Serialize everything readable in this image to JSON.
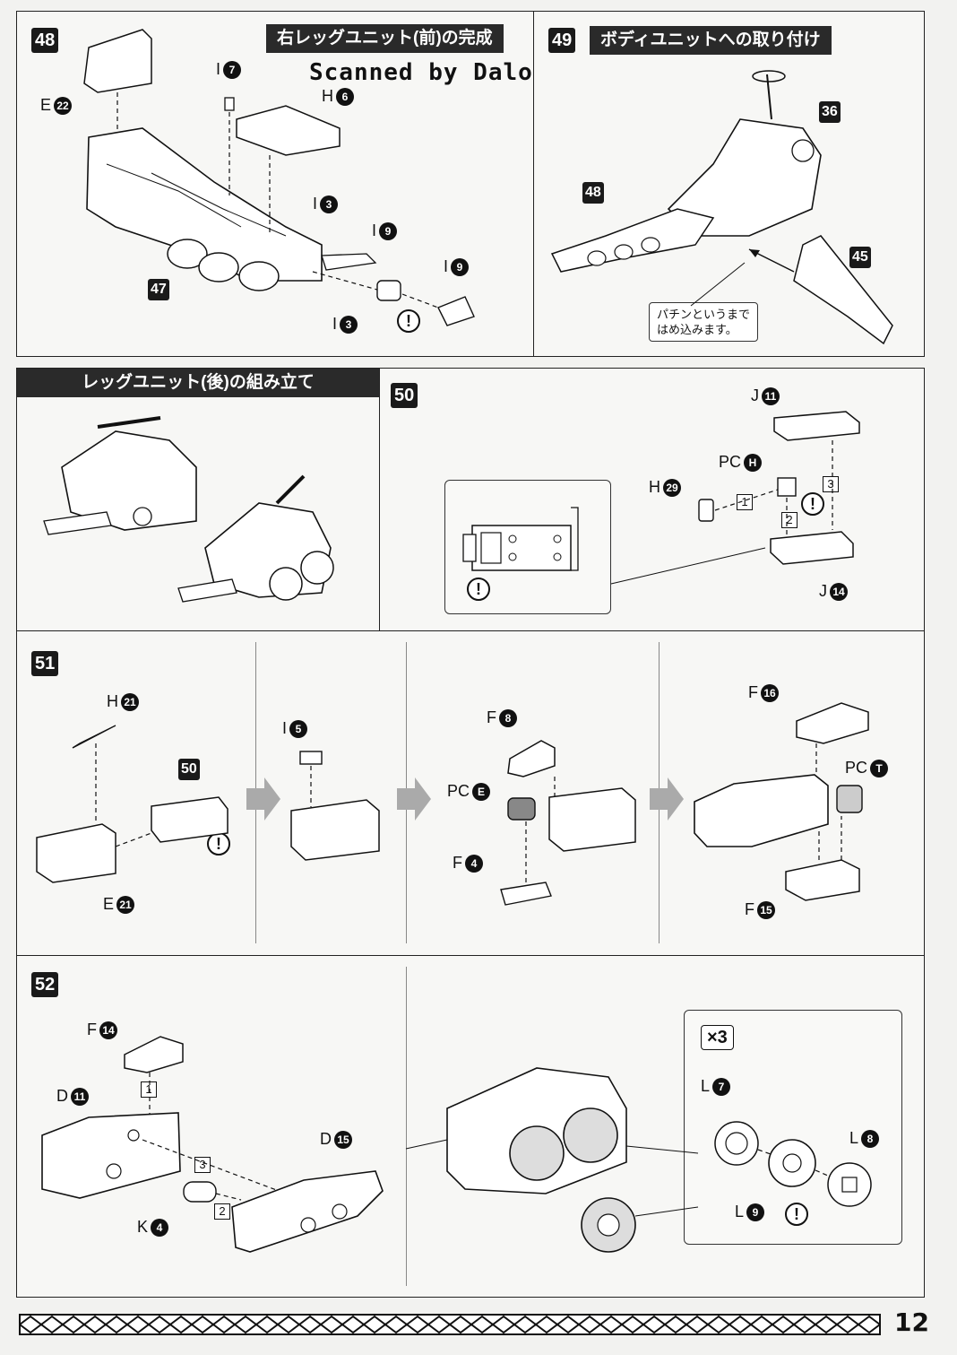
{
  "watermark": "Scanned by Dalong.net",
  "page_number": "12",
  "step48": {
    "number": "48",
    "title": "右レッグユニット(前)の完成",
    "parts": [
      {
        "letter": "E",
        "num": "22"
      },
      {
        "letter": "I",
        "num": "7"
      },
      {
        "letter": "H",
        "num": "6"
      },
      {
        "letter": "I",
        "num": "3"
      },
      {
        "letter": "I",
        "num": "9"
      },
      {
        "letter": "I",
        "num": "9"
      },
      {
        "letter": "I",
        "num": "3"
      }
    ],
    "sub_step": "47"
  },
  "step49": {
    "number": "49",
    "title": "ボディユニットへの取り付け",
    "refs": [
      "36",
      "48",
      "45"
    ],
    "note_line1": "パチンというまで",
    "note_line2": "はめ込みます。"
  },
  "section_rear": {
    "title": "レッグユニット(後)の組み立て"
  },
  "step50": {
    "number": "50",
    "parts": [
      {
        "letter": "J",
        "num": "11"
      },
      {
        "letter": "PC",
        "num": "H"
      },
      {
        "letter": "H",
        "num": "29"
      },
      {
        "letter": "J",
        "num": "14"
      }
    ],
    "order": [
      "1",
      "2",
      "3"
    ]
  },
  "step51": {
    "number": "51",
    "parts": [
      {
        "letter": "H",
        "num": "21"
      },
      {
        "letter": "E",
        "num": "21"
      },
      {
        "letter": "I",
        "num": "5"
      },
      {
        "letter": "F",
        "num": "8"
      },
      {
        "letter": "PC",
        "num": "E"
      },
      {
        "letter": "F",
        "num": "4"
      },
      {
        "letter": "F",
        "num": "16"
      },
      {
        "letter": "PC",
        "num": "T"
      },
      {
        "letter": "F",
        "num": "15"
      }
    ],
    "ref": "50"
  },
  "step52": {
    "number": "52",
    "parts": [
      {
        "letter": "F",
        "num": "14"
      },
      {
        "letter": "D",
        "num": "11"
      },
      {
        "letter": "D",
        "num": "15"
      },
      {
        "letter": "K",
        "num": "4"
      },
      {
        "letter": "L",
        "num": "7"
      },
      {
        "letter": "L",
        "num": "8"
      },
      {
        "letter": "L",
        "num": "9"
      }
    ],
    "order": [
      "1",
      "2",
      "3"
    ],
    "multiplier": "×3"
  },
  "colors": {
    "ink": "#111111",
    "paper": "#f2f2f0",
    "bar": "#2a2a2a"
  }
}
